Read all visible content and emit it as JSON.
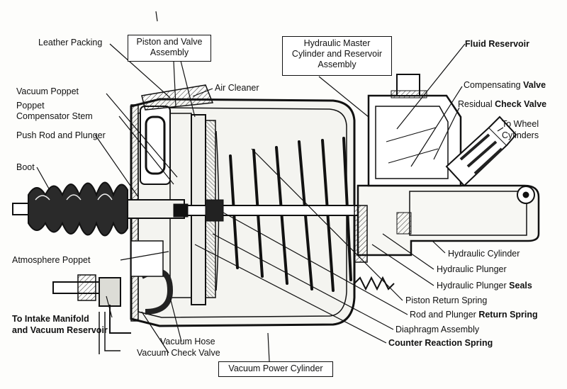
{
  "labels": {
    "leather_packing": "Leather Packing",
    "piston_valve_1": "Piston and Valve",
    "piston_valve_2": "Assembly",
    "master_cyl_1": "Hydraulic Master",
    "master_cyl_2": "Cylinder and Reservoir",
    "master_cyl_3": "Assembly",
    "fluid_reservoir": "Fluid Reservoir",
    "air_cleaner": "Air Cleaner",
    "compensating_valve_a": "Compensating",
    "compensating_valve_b": "Valve",
    "vacuum_poppet": "Vacuum Poppet",
    "residual_a": "Residual",
    "residual_b": "Check Valve",
    "poppet_comp_1": "Poppet",
    "poppet_comp_2": "Compensator Stem",
    "to_wheel_1": "To Wheel",
    "to_wheel_2": "Cylinders",
    "push_rod": "Push Rod and Plunger",
    "boot": "Boot",
    "atmosphere_poppet": "Atmosphere Poppet",
    "hydraulic_cylinder": "Hydraulic Cylinder",
    "hydraulic_plunger": "Hydraulic Plunger",
    "plunger_seals_a": "Hydraulic Plunger",
    "plunger_seals_b": "Seals",
    "piston_return_spring": "Piston Return Spring",
    "rod_return_a": "Rod and Plunger",
    "rod_return_b": "Return Spring",
    "intake_1": "To Intake Manifold",
    "intake_2": "and Vacuum Reservoir",
    "diaphragm": "Diaphragm Assembly",
    "vacuum_hose": "Vacuum Hose",
    "counter_reaction": "Counter Reaction Spring",
    "check_valve": "Vacuum Check Valve",
    "vacuum_power_cylinder": "Vacuum Power Cylinder"
  }
}
